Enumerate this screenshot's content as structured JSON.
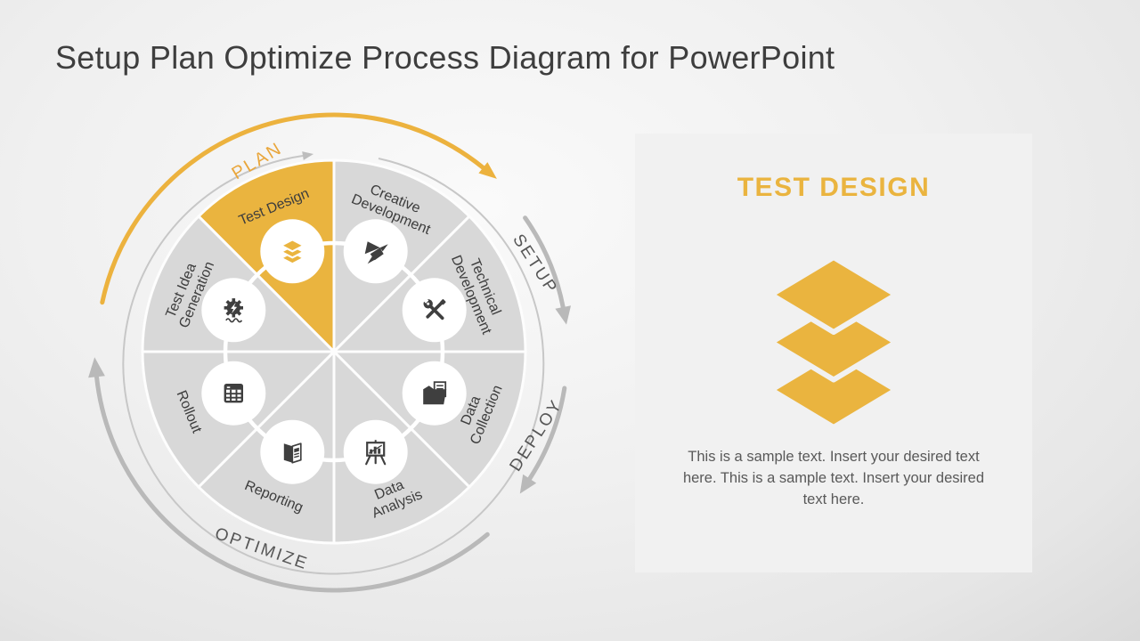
{
  "title": "Setup Plan Optimize Process Diagram for PowerPoint",
  "diagram": {
    "phases": {
      "plan": "PLAN",
      "setup": "SETUP",
      "deploy": "DEPLOY",
      "optimize": "OPTIMIZE"
    },
    "segments": [
      {
        "id": "test-design",
        "lines": [
          "Test Design"
        ],
        "icon": "layers-icon",
        "highlighted": true
      },
      {
        "id": "creative-development",
        "lines": [
          "Creative",
          "Development"
        ],
        "icon": "origami-icon",
        "highlighted": false
      },
      {
        "id": "technical-development",
        "lines": [
          "Technical",
          "Development"
        ],
        "icon": "tools-icon",
        "highlighted": false
      },
      {
        "id": "data-collection",
        "lines": [
          "Data",
          "Collection"
        ],
        "icon": "folder-icon",
        "highlighted": false
      },
      {
        "id": "data-analysis",
        "lines": [
          "Data",
          "Analysis"
        ],
        "icon": "chart-easel-icon",
        "highlighted": false
      },
      {
        "id": "reporting",
        "lines": [
          "Reporting"
        ],
        "icon": "book-icon",
        "highlighted": false
      },
      {
        "id": "rollout",
        "lines": [
          "Rollout"
        ],
        "icon": "table-icon",
        "highlighted": false
      },
      {
        "id": "test-idea-generation",
        "lines": [
          "Test Idea",
          "Generation"
        ],
        "icon": "gear-icon",
        "highlighted": false
      }
    ]
  },
  "panel": {
    "heading": "TEST DESIGN",
    "icon": "layers-icon",
    "body_text": "This is a sample text. Insert your desired text here. This is a sample text. Insert your desired text here."
  },
  "colors": {
    "accent_yellow": "#EAB43F",
    "arc_yellow": "#ECB23E",
    "wedge_gray": "#D8D8D8",
    "arc_gray": "#B9B9B9",
    "rim_gray": "#C7C7C7",
    "icon_dark": "#3F3F3F",
    "panel_bg": "#F1F1F1",
    "body_text_gray": "#595959"
  }
}
